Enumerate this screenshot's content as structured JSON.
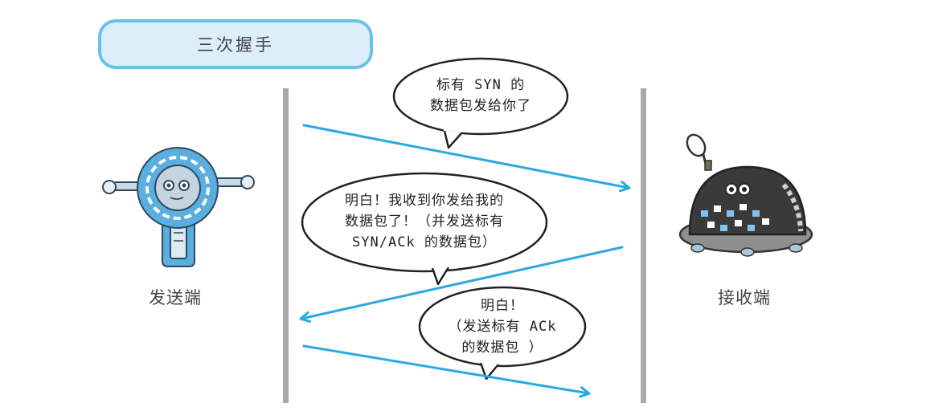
{
  "title": "三次握手",
  "sender": {
    "label": "发送端"
  },
  "receiver": {
    "label": "接收端"
  },
  "messages": [
    {
      "lines": [
        "标有 SYN 的",
        "数据包发给你了"
      ]
    },
    {
      "lines": [
        "明白！我收到你发给我的",
        "数据包了！（并发送标有",
        "SYN/ACk 的数据包）"
      ]
    },
    {
      "lines": [
        "明白！",
        "（发送标有 ACk",
        "的数据包 ）"
      ]
    }
  ],
  "colors": {
    "arrow": "#2aa8e0",
    "title_fill": "#dceefa",
    "title_border": "#6cc1ea",
    "timeline": "#a9a9a9",
    "sender_robot": "#5aaee0",
    "receiver_robot": "#3a3a3a"
  }
}
